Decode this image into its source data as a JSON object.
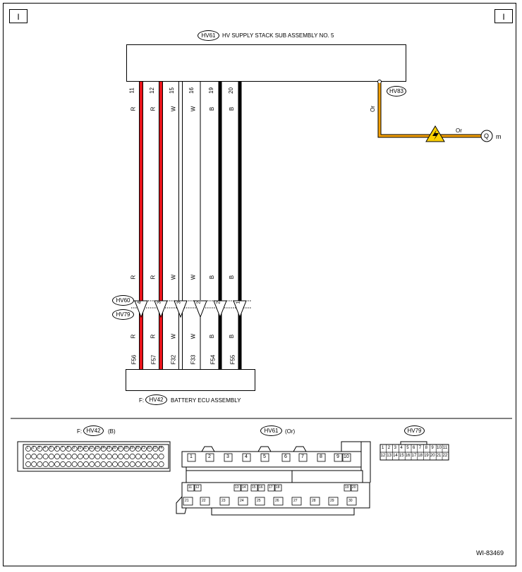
{
  "corner_left": "I",
  "corner_right": "I",
  "top_component": {
    "connector": "HV61",
    "title": "HV SUPPLY STACK SUB ASSEMBLY NO. 5"
  },
  "hv83": "HV83",
  "orange_wire": {
    "color_code_vertical": "Or",
    "color_code_horizontal": "Or",
    "ground_label": "Q",
    "ground_suffix": "m"
  },
  "upper_pins": [
    "11",
    "12",
    "15",
    "16",
    "19",
    "20"
  ],
  "upper_colors": [
    "R",
    "R",
    "W",
    "W",
    "B",
    "B"
  ],
  "mid_colors": [
    "R",
    "R",
    "W",
    "W",
    "B",
    "B"
  ],
  "lower_colors": [
    "R",
    "R",
    "W",
    "W",
    "B",
    "B"
  ],
  "joint_pins": [
    "4",
    "3",
    "3",
    "2",
    "2",
    "1"
  ],
  "hv60": "HV60",
  "hv79": "HV79",
  "ecu_pins": [
    "F56",
    "F57",
    "F32",
    "F33",
    "F54",
    "F55"
  ],
  "bottom_component": {
    "prefix": "F:",
    "connector": "HV42",
    "title": "BATTERY ECU ASSEMBLY"
  },
  "legend": {
    "hv42": {
      "prefix": "F:",
      "name": "HV42",
      "color": "(B)",
      "row1": [
        "1",
        "2",
        "3",
        "4",
        "5",
        "6",
        "7",
        "8",
        "9",
        "10",
        "11",
        "12",
        "13",
        "14",
        "15",
        "16",
        "17",
        "18",
        "19",
        "20",
        "21",
        "22",
        "23",
        "24"
      ]
    },
    "hv61": {
      "name": "HV61",
      "color": "(Or)",
      "top_pins": [
        "1",
        "2",
        "3",
        "4",
        "5",
        "6",
        "7",
        "8",
        "9",
        "10"
      ],
      "mid_pins": [
        "11",
        "12",
        "13",
        "14",
        "15",
        "16",
        "17",
        "18",
        "19",
        "20"
      ],
      "bottom_pins": [
        "21",
        "22",
        "23",
        "24",
        "25",
        "26",
        "27",
        "28",
        "29",
        "30"
      ]
    },
    "hv79": {
      "name": "HV79",
      "row1": [
        "1",
        "2",
        "3",
        "4",
        "5",
        "6",
        "7",
        "8",
        "9",
        "10",
        "11"
      ],
      "row2": [
        "12",
        "13",
        "14",
        "15",
        "16",
        "17",
        "18",
        "19",
        "20",
        "21",
        "22"
      ]
    }
  },
  "figure_id": "WI-83469",
  "colors": {
    "red": "#e8141c",
    "orange": "#f5a000",
    "black": "#000000",
    "warning_yellow": "#ffd200"
  }
}
